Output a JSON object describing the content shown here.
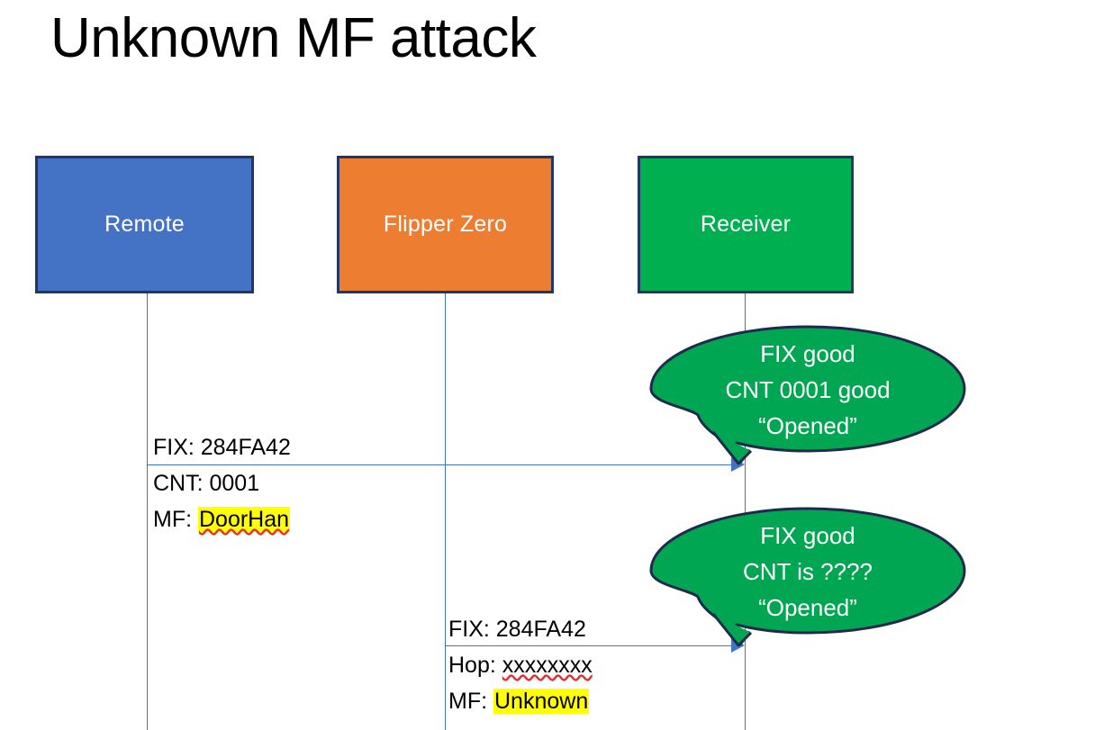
{
  "slide": {
    "title": "Unknown MF attack",
    "background": "#FFFFFF"
  },
  "colors": {
    "remote_fill": "#4472C4",
    "flipper_fill": "#ED7D31",
    "receiver_fill": "#00B050",
    "box_border": "#1F3864",
    "bubble_fill": "#00A651",
    "bubble_border": "#1F2A4D",
    "lifeline": "#4472C4",
    "arrow": "#4472C4",
    "highlight": "#FFFF00",
    "spellcheck_underline": "#E03030",
    "label_text": "#000000",
    "box_text": "#FFFFFF"
  },
  "actors": [
    {
      "id": "remote",
      "label": "Remote"
    },
    {
      "id": "flipper",
      "label": "Flipper Zero"
    },
    {
      "id": "receiver",
      "label": "Receiver"
    }
  ],
  "messages": [
    {
      "id": "remote-to-receiver",
      "from": "remote",
      "to": "receiver",
      "lines": [
        {
          "text": "FIX: 284FA42",
          "highlight": false,
          "squiggle": false
        },
        {
          "text": "CNT: 0001",
          "highlight": false,
          "squiggle": false
        },
        {
          "label": "MF: ",
          "value": "DoorHan",
          "highlight": true,
          "squiggle": true
        }
      ]
    },
    {
      "id": "flipper-to-receiver",
      "from": "flipper",
      "to": "receiver",
      "lines": [
        {
          "text": "FIX: 284FA42",
          "highlight": false,
          "squiggle": false
        },
        {
          "label": "Hop: ",
          "value": "xxxxxxxx",
          "highlight": false,
          "squiggle": true
        },
        {
          "label": "MF: ",
          "value": "Unknown",
          "highlight": true,
          "squiggle": false
        }
      ]
    }
  ],
  "bubbles": [
    {
      "id": "bubble-first",
      "attached_to": "receiver",
      "lines": [
        "FIX good",
        "CNT 0001 good",
        "“Opened”"
      ]
    },
    {
      "id": "bubble-second",
      "attached_to": "receiver",
      "lines": [
        "FIX good",
        "CNT is ????",
        "“Opened”"
      ]
    }
  ]
}
